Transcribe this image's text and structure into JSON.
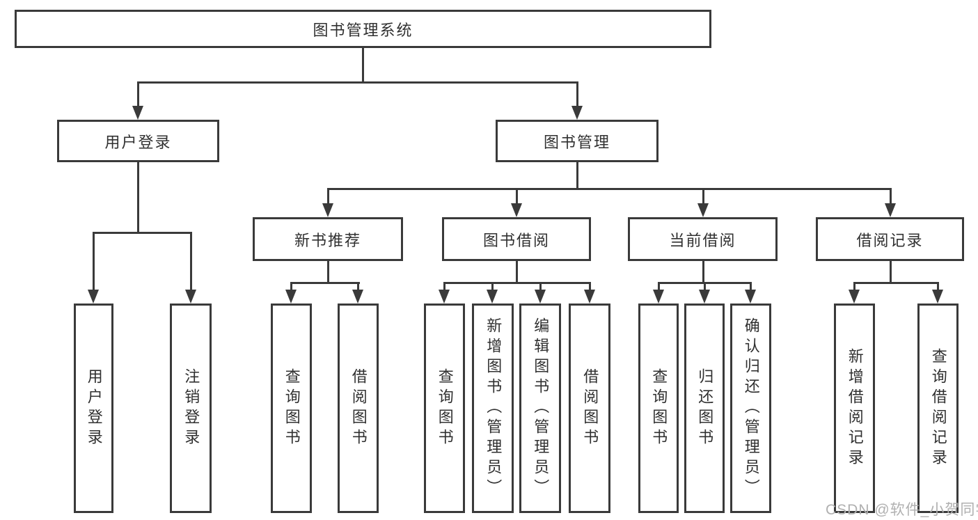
{
  "diagram": {
    "type": "hierarchy-tree",
    "root": {
      "label": "图书管理系统"
    },
    "branches": [
      {
        "label": "用户登录",
        "children": [
          "用户登录",
          "注销登录"
        ]
      },
      {
        "label": "图书管理",
        "sections": [
          {
            "label": "新书推荐",
            "children": [
              "查询图书",
              "借阅图书"
            ]
          },
          {
            "label": "图书借阅",
            "children": [
              "查询图书",
              "新增图书（管理员）",
              "编辑图书（管理员）",
              "借阅图书"
            ]
          },
          {
            "label": "当前借阅",
            "children": [
              "查询图书",
              "归还图书",
              "确认归还（管理员）"
            ]
          },
          {
            "label": "借阅记录",
            "children": [
              "新增借阅记录",
              "查询借阅记录"
            ]
          }
        ]
      }
    ]
  },
  "colors": {
    "line": "#3a3a3a",
    "text": "#303030",
    "watermark_text": "#b0b0b0",
    "background": "#ffffff"
  },
  "watermark": {
    "text": "CSDN @软件_小贺同学"
  }
}
